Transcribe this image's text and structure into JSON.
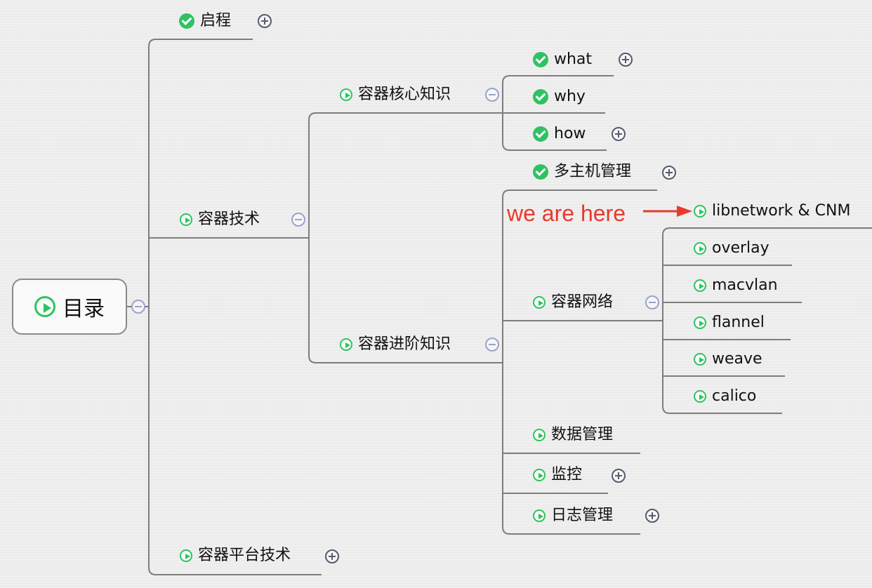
{
  "root": {
    "label": "目录",
    "icon": "play-icon"
  },
  "branches": {
    "qicheng": {
      "label": "启程",
      "icon": "check-icon",
      "toggle": "expand"
    },
    "rongqi_jishu": {
      "label": "容器技术",
      "icon": "play-icon",
      "toggle": "collapse"
    },
    "rongqi_pingtai": {
      "label": "容器平台技术",
      "icon": "play-icon",
      "toggle": "expand"
    }
  },
  "core": {
    "label": "容器核心知识",
    "children": {
      "what": "what",
      "why": "why",
      "how": "how"
    }
  },
  "advanced": {
    "label": "容器进阶知识",
    "children": {
      "multi_host": "多主机管理",
      "network": "容器网络",
      "data": "数据管理",
      "monitor": "监控",
      "logs": "日志管理"
    }
  },
  "network_children": {
    "libnetwork": "libnetwork & CNM",
    "overlay": "overlay",
    "macvlan": "macvlan",
    "flannel": "flannel",
    "weave": "weave",
    "calico": "calico"
  },
  "annotation": {
    "text": "we are here",
    "color": "#e83a2b"
  },
  "colors": {
    "icon_green": "#2fc262",
    "line": "#7d7d7d",
    "annotation": "#e83a2b"
  }
}
